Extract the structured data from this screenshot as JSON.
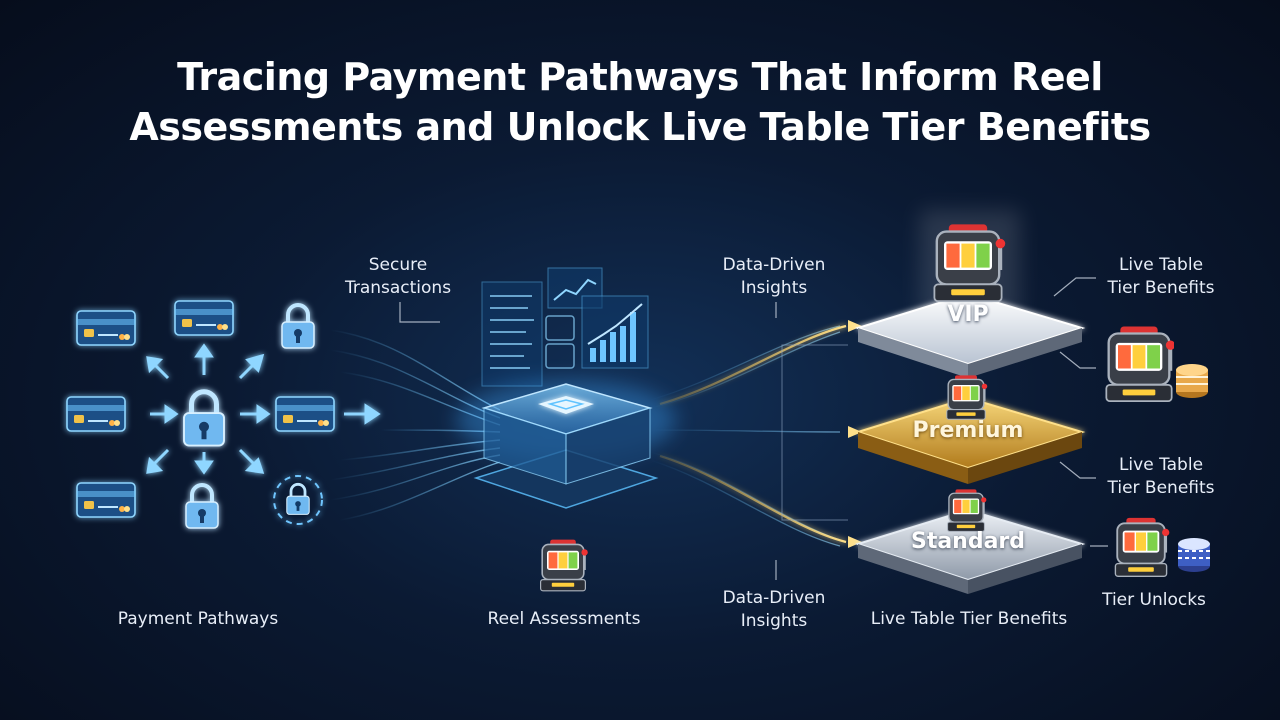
{
  "title": {
    "line1": "Tracing Payment Pathways That Inform Reel",
    "line2": "Assessments and Unlock Live Table Tier Benefits"
  },
  "labels": {
    "payment_pathways": "Payment Pathways",
    "secure_transactions": [
      "Secure",
      "Transactions"
    ],
    "reel_assessments": "Reel Assessments",
    "insights_top": [
      "Data-Driven",
      "Insights"
    ],
    "insights_bottom": [
      "Data-Driven",
      "Insights"
    ],
    "tier_benefits_top": [
      "Live Table",
      "Tier Benefits"
    ],
    "tier_benefits_mid": [
      "Live Table",
      "Tier Benefits"
    ],
    "tier_benefits_bottom": "Live Table Tier Benefits",
    "tier_unlocks": "Tier Unlocks"
  },
  "tiers": {
    "vip": "VIP",
    "premium": "Premium",
    "standard": "Standard"
  },
  "colors": {
    "glow_blue": "#5fc3ff",
    "gold": "#e8b53e",
    "silver": "#c9d2de"
  }
}
